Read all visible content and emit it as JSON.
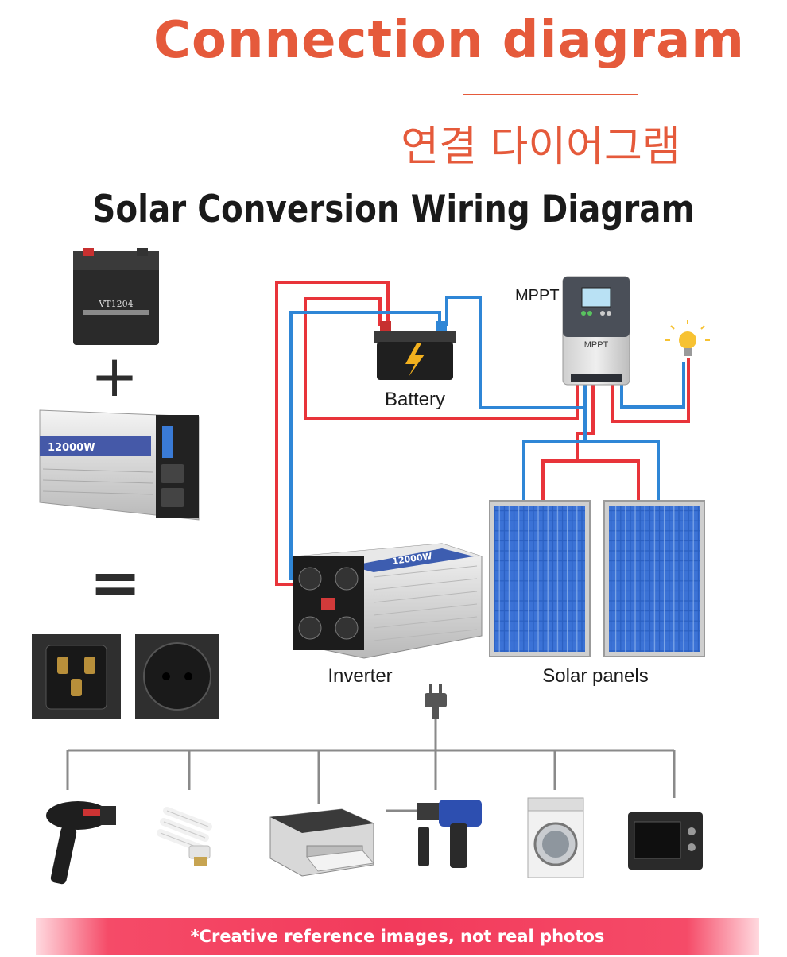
{
  "header": {
    "title_en": "Connection diagram",
    "title_ko": "연결 다이어그램",
    "subtitle": "Solar Conversion Wiring Diagram"
  },
  "components": {
    "battery_label": "Battery",
    "mppt_tag": "MPPT",
    "mppt_panel_text": "MPPT",
    "inverter_label": "Inverter",
    "solar_label": "Solar panels",
    "battery_model": "VT1204",
    "inverter_power": "12000W",
    "inverter_top_text": "12000W"
  },
  "equation": {
    "plus": "+",
    "equals": "="
  },
  "footer": {
    "disclaimer": "*Creative reference images, not real photos"
  },
  "colors": {
    "accent": "#e55a3b",
    "wire_red": "#e8343a",
    "wire_blue": "#2f86d6",
    "banner": "#f23a5b",
    "panel_blue": "#2a5fc0"
  }
}
